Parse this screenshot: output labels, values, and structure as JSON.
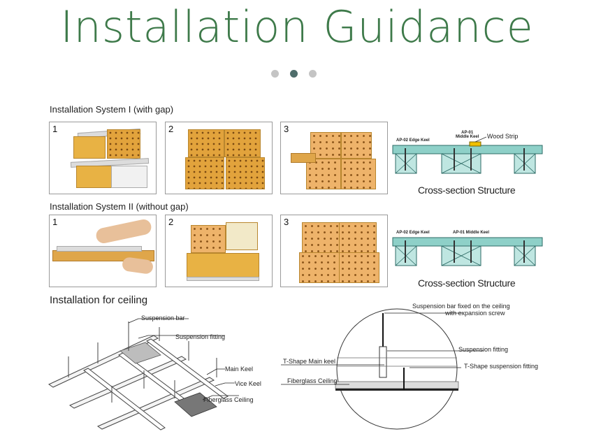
{
  "title": "Installation Guidance",
  "carousel": {
    "count": 3,
    "active": 1
  },
  "system1": {
    "label": "Installation System I (with gap)",
    "steps": [
      "1",
      "2",
      "3"
    ],
    "cross_section": {
      "edge_keel": "AP-02 Edge Keel",
      "middle_keel": "AP-01\nMiddle Keel",
      "wood_strip": "Wood Strip",
      "caption": "Cross-section Structure"
    }
  },
  "system2": {
    "label": "Installation System II (without gap)",
    "steps": [
      "1",
      "2",
      "3"
    ],
    "cross_section": {
      "edge_keel": "AP-02 Edge Keel",
      "middle_keel": "AP-01 Middle Keel",
      "caption": "Cross-section Structure"
    }
  },
  "ceiling": {
    "label": "Installation for ceiling",
    "grid": {
      "suspension_bar": "Suspension bar",
      "suspension_fitting": "Suspension fitting",
      "main_keel": "Main Keel",
      "vice_keel": "Vice Keel",
      "fiberglass_ceiling": "Fiberglass Ceiling"
    },
    "detail": {
      "bar_note_line1": "Suspension bar fixed on the ceiling",
      "bar_note_line2": "with expansion screw",
      "suspension_fitting": "Suspension fitting",
      "t_main_keel": "T-Shape Main keel",
      "t_suspension_fitting": "T-Shape suspension fitting",
      "fiberglass_ceiling": "Fiberglass Ceiling"
    }
  },
  "colors": {
    "title": "#3e7a4a",
    "panel_tile": "#e2a33c",
    "keel": "#8ed0c8"
  }
}
